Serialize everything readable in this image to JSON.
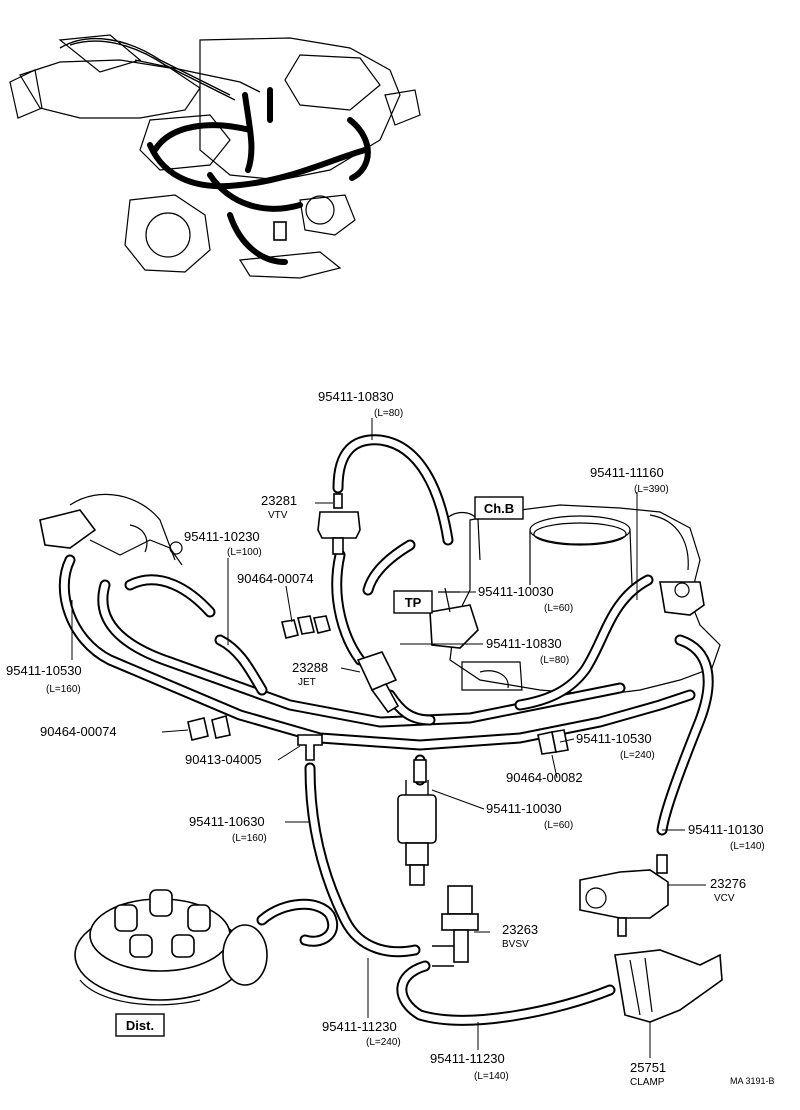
{
  "parts": {
    "hose_top": {
      "number": "95411-10830",
      "length": "(L=80)"
    },
    "vtv": {
      "number": "23281",
      "name": "VTV"
    },
    "chb": {
      "label": "Ch.B"
    },
    "hose_right_long": {
      "number": "95411-11160",
      "length": "(L=390)"
    },
    "hose_left_short": {
      "number": "95411-10230",
      "length": "(L=100)"
    },
    "clip_a": {
      "number": "90464-00074"
    },
    "tp": {
      "label": "TP"
    },
    "hose_tp": {
      "number": "95411-10030",
      "length": "(L=60)"
    },
    "hose_jet": {
      "number": "95411-10830",
      "length": "(L=80)"
    },
    "jet": {
      "number": "23288",
      "name": "JET"
    },
    "hose_left_long": {
      "number": "95411-10530",
      "length": "(L=160)"
    },
    "clip_b": {
      "number": "90464-00074"
    },
    "tee": {
      "number": "90413-04005"
    },
    "hose_mid_right": {
      "number": "95411-10530",
      "length": "(L=240)"
    },
    "clip_c": {
      "number": "90464-00082"
    },
    "hose_switch": {
      "number": "95411-10030",
      "length": "(L=60)"
    },
    "hose_dist": {
      "number": "95411-10630",
      "length": "(L=160)"
    },
    "hose_vcv": {
      "number": "95411-10130",
      "length": "(L=140)"
    },
    "vcv": {
      "number": "23276",
      "name": "VCV"
    },
    "bvsv": {
      "number": "23263",
      "name": "BVSV"
    },
    "dist": {
      "label": "Dist."
    },
    "hose_bottom_mid": {
      "number": "95411-11230",
      "length": "(L=240)"
    },
    "hose_bottom": {
      "number": "95411-11230",
      "length": "(L=140)"
    },
    "clamp": {
      "number": "25751",
      "name": "CLAMP"
    }
  },
  "ref_code": "MA 3191-B"
}
